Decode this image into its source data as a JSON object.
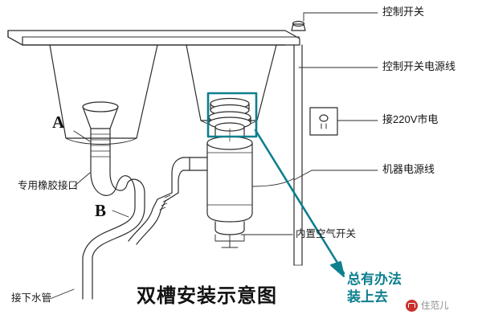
{
  "diagram": {
    "title": "双槽安装示意图",
    "markers": [
      {
        "name": "marker-a",
        "text": "A"
      },
      {
        "name": "marker-b",
        "text": "B"
      }
    ],
    "left_labels": [
      {
        "name": "rubber-joint-label",
        "text": "专用橡胶接口"
      },
      {
        "name": "drain-pipe-label",
        "text": "接下水管"
      }
    ],
    "bottom_labels": [
      {
        "name": "air-switch-label",
        "text": "内置空气开关"
      }
    ],
    "right_labels": [
      {
        "name": "control-switch-label",
        "text": "控制开关"
      },
      {
        "name": "control-switch-power-cord-label",
        "text": "控制开关电源线"
      },
      {
        "name": "mains-220v-label",
        "text": "接220V市电"
      },
      {
        "name": "machine-power-cord-label",
        "text": "机器电源线"
      }
    ],
    "callout": {
      "line1": "总有办法",
      "line2": "装上去",
      "color": "#0d7f8f"
    },
    "watermark": {
      "text": "住范儿",
      "badge_color": "#c9302c"
    },
    "colors": {
      "stroke": "#2b2b2b",
      "highlight": "#0d7f8f",
      "background": "#ffffff"
    }
  }
}
